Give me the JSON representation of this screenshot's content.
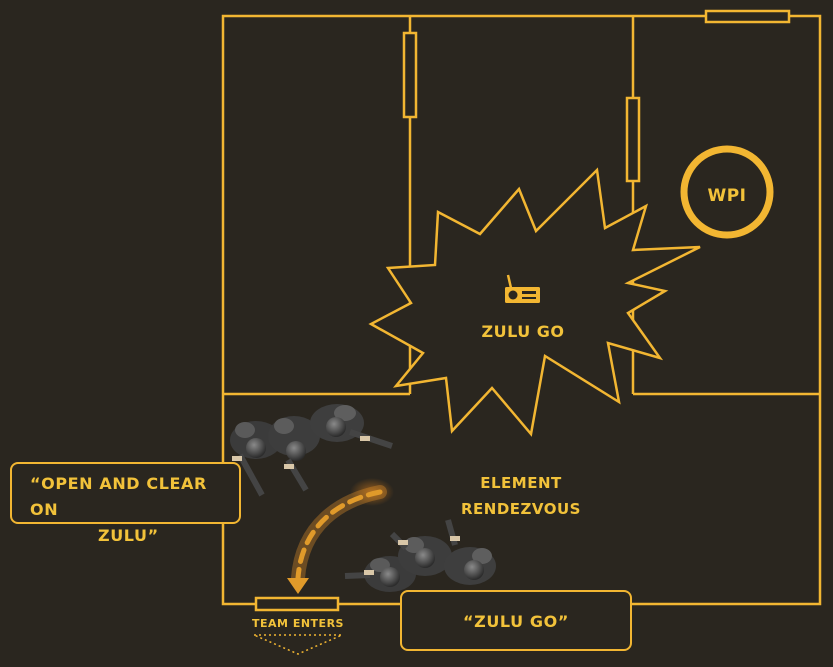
{
  "map": {
    "wpi_label": "WPI",
    "burst_label": "ZULU GO",
    "burst_icon": "radio-icon",
    "rendezvous_line1": "ELEMENT",
    "rendezvous_line2": "RENDEZVOUS",
    "entry_label": "TEAM ENTERS"
  },
  "callouts": {
    "left_line1": "“OPEN AND CLEAR ON",
    "left_line2": "ZULU”",
    "right": "“ZULU GO”"
  },
  "colors": {
    "background": "#2a261f",
    "accent": "#f2b632",
    "arrow": "#e09a2a"
  }
}
